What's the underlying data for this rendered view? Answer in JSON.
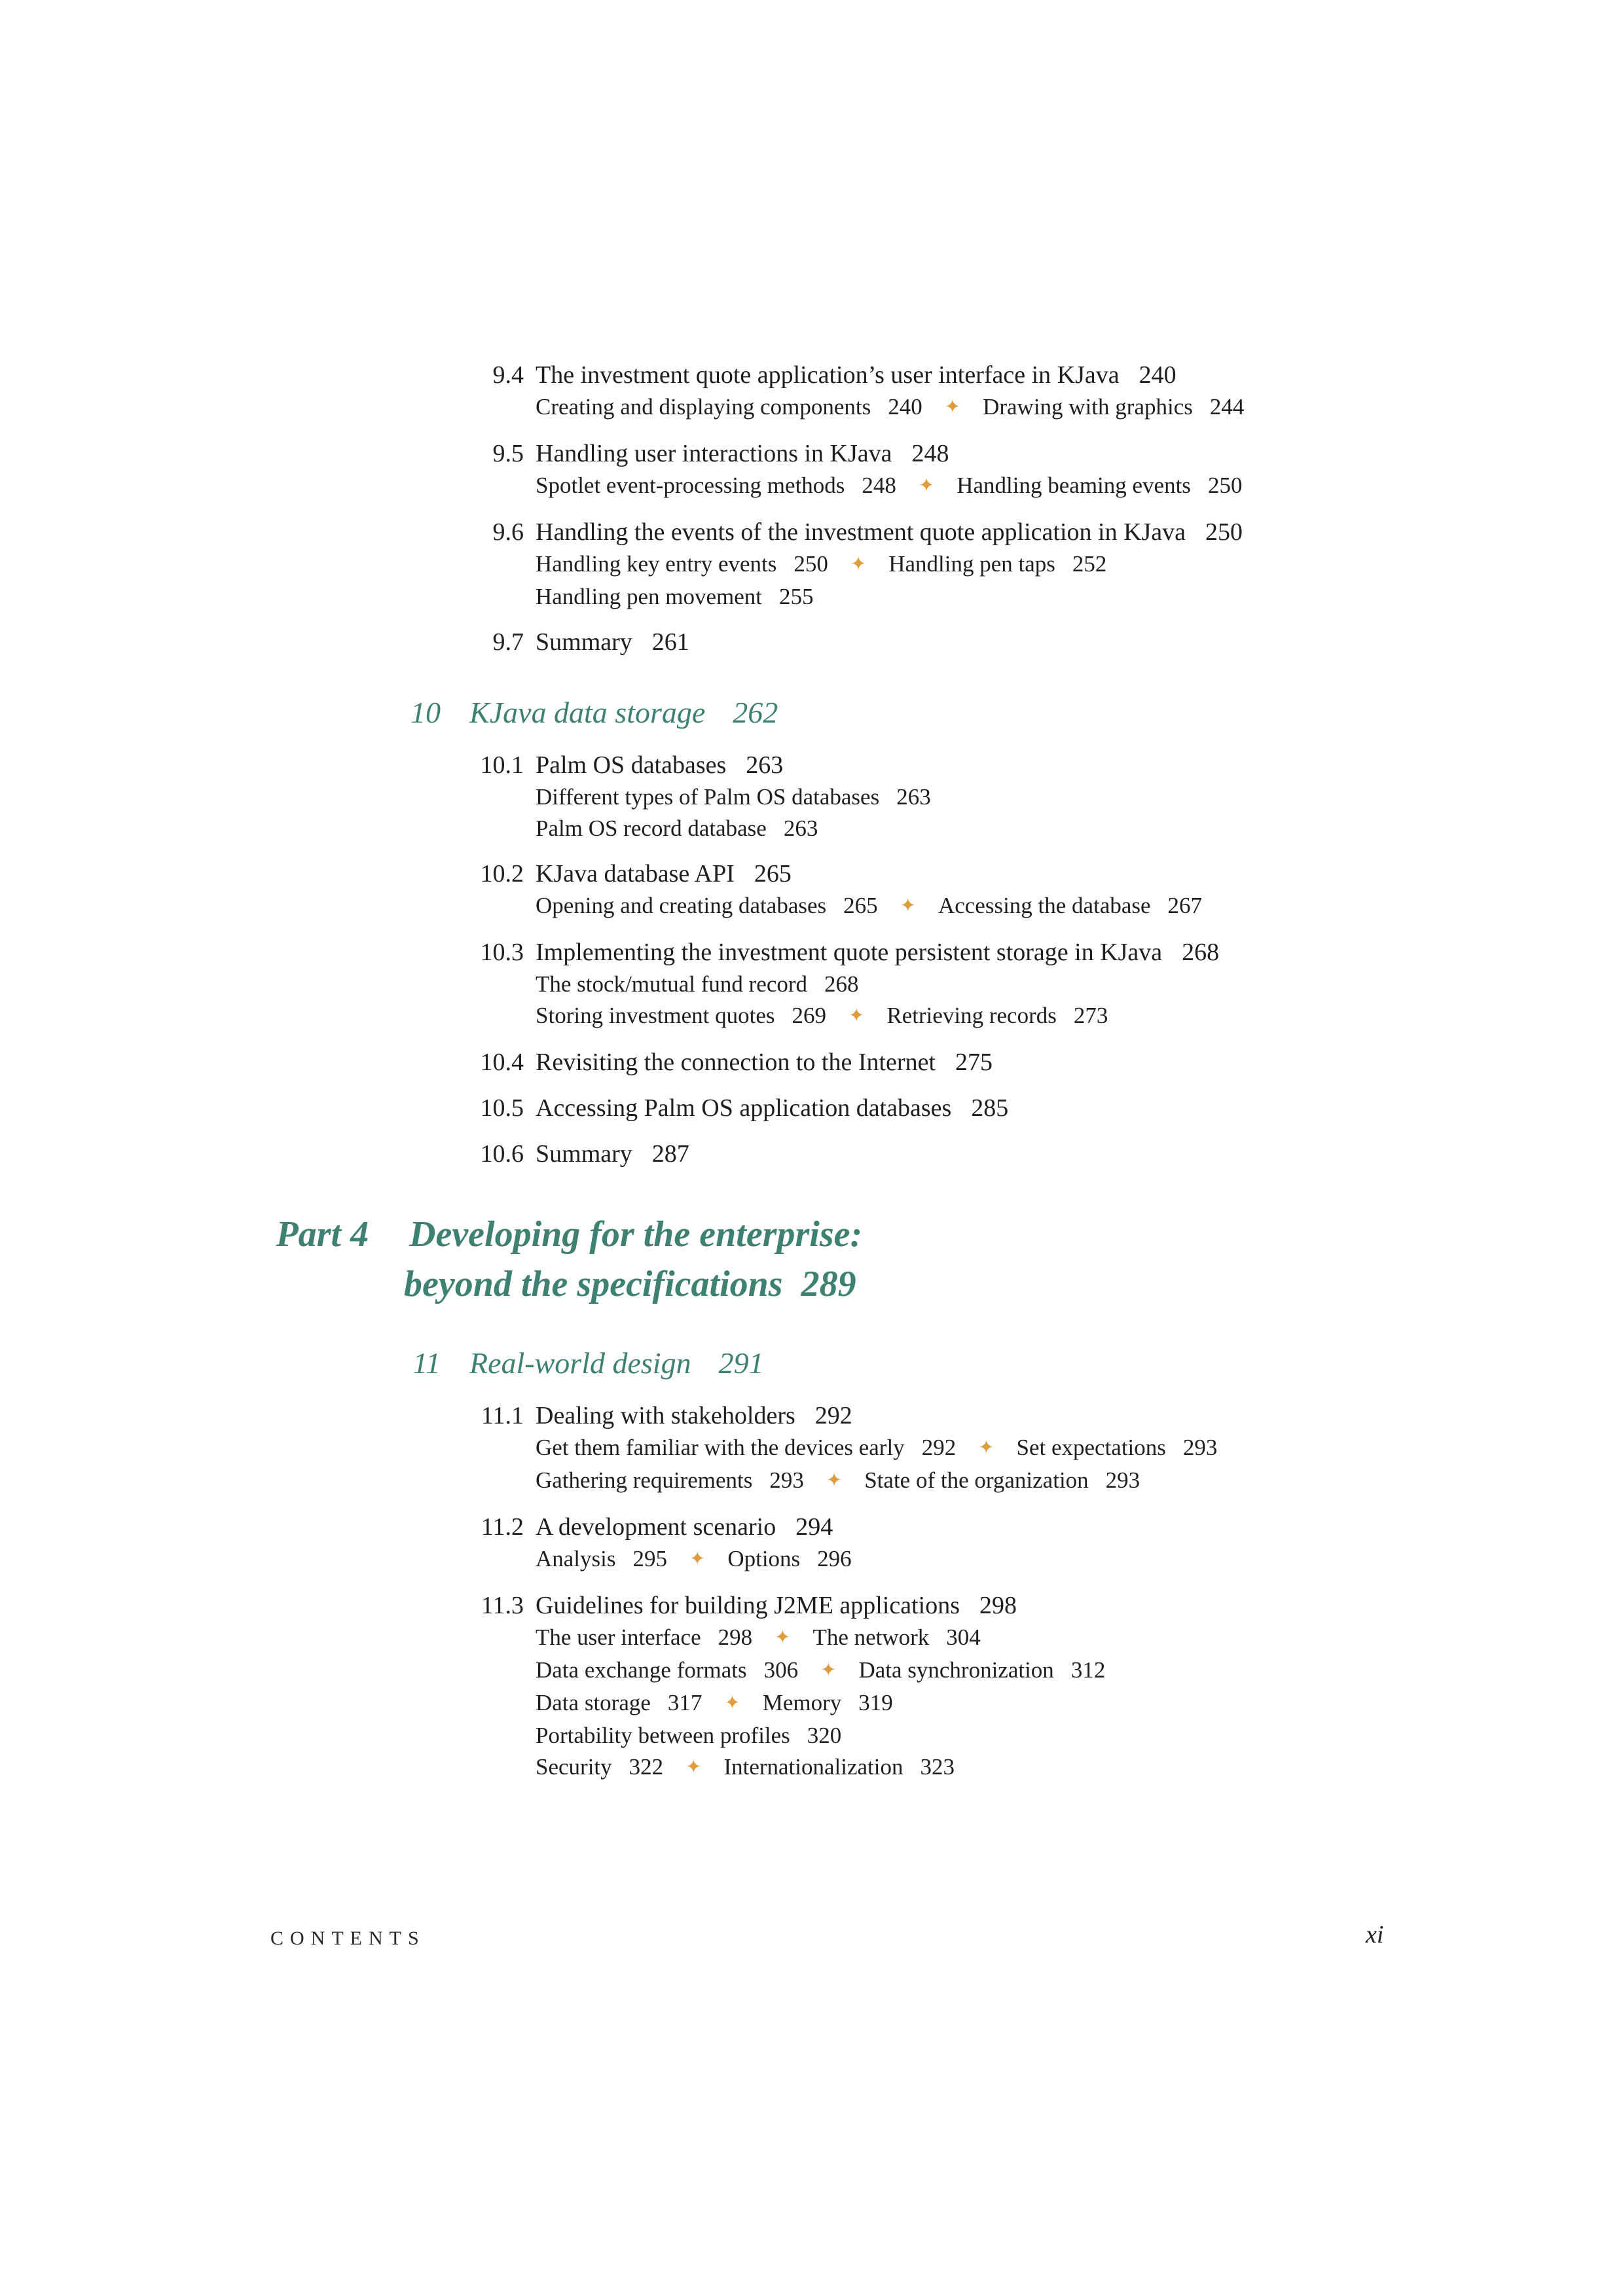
{
  "page": {
    "footer_label": "CONTENTS",
    "footer_page": "xi"
  },
  "colors": {
    "heading_accent": "#3e8173",
    "diamond_accent": "#de9c3c",
    "body_text": "#1f1f1f"
  },
  "icons": {
    "separator": "✦"
  },
  "toc": {
    "blocks": [
      {
        "type": "entry",
        "num": "9.4",
        "title": "The investment quote application’s user interface in KJava",
        "page": "240",
        "sublines": [
          [
            {
              "text": "Creating and displaying components",
              "page": "240"
            },
            {
              "text": "Drawing with graphics",
              "page": "244"
            }
          ]
        ]
      },
      {
        "type": "entry",
        "num": "9.5",
        "title": "Handling user interactions in KJava",
        "page": "248",
        "sublines": [
          [
            {
              "text": "Spotlet event-processing methods",
              "page": "248"
            },
            {
              "text": "Handling beaming events",
              "page": "250"
            }
          ]
        ]
      },
      {
        "type": "entry",
        "num": "9.6",
        "title": "Handling the events of the investment quote application in KJava",
        "page": "250",
        "sublines": [
          [
            {
              "text": "Handling key entry events",
              "page": "250"
            },
            {
              "text": "Handling pen taps",
              "page": "252"
            }
          ],
          [
            {
              "text": "Handling pen movement",
              "page": "255"
            }
          ]
        ]
      },
      {
        "type": "entry",
        "num": "9.7",
        "title": "Summary",
        "page": "261",
        "sublines": []
      },
      {
        "type": "chapter",
        "num": "10",
        "title": "KJava data storage",
        "page": "262"
      },
      {
        "type": "entry",
        "num": "10.1",
        "title": "Palm OS databases",
        "page": "263",
        "sublines": [
          [
            {
              "text": "Different types of Palm OS databases",
              "page": "263"
            }
          ],
          [
            {
              "text": "Palm OS record database",
              "page": "263"
            }
          ]
        ]
      },
      {
        "type": "entry",
        "num": "10.2",
        "title": "KJava database API",
        "page": "265",
        "sublines": [
          [
            {
              "text": "Opening and creating databases",
              "page": "265"
            },
            {
              "text": "Accessing the database",
              "page": "267"
            }
          ]
        ]
      },
      {
        "type": "entry",
        "num": "10.3",
        "title": "Implementing the investment quote persistent storage in KJava",
        "page": "268",
        "sublines": [
          [
            {
              "text": "The stock/mutual fund record",
              "page": "268"
            }
          ],
          [
            {
              "text": "Storing investment quotes",
              "page": "269"
            },
            {
              "text": "Retrieving records",
              "page": "273"
            }
          ]
        ]
      },
      {
        "type": "entry",
        "num": "10.4",
        "title": "Revisiting the connection to the Internet",
        "page": "275",
        "sublines": []
      },
      {
        "type": "entry",
        "num": "10.5",
        "title": "Accessing Palm OS application databases",
        "page": "285",
        "sublines": []
      },
      {
        "type": "entry",
        "num": "10.6",
        "title": "Summary",
        "page": "287",
        "sublines": []
      },
      {
        "type": "part",
        "label": "Part 4",
        "title_line1": "Developing for the enterprise:",
        "title_line2": "beyond the specifications",
        "page": "289"
      },
      {
        "type": "chapter",
        "num": "11",
        "title": "Real-world design",
        "page": "291"
      },
      {
        "type": "entry",
        "num": "11.1",
        "title": "Dealing with stakeholders",
        "page": "292",
        "sublines": [
          [
            {
              "text": "Get them familiar with the devices early",
              "page": "292"
            },
            {
              "text": "Set expectations",
              "page": "293"
            }
          ],
          [
            {
              "text": "Gathering requirements",
              "page": "293"
            },
            {
              "text": "State of the organization",
              "page": "293"
            }
          ]
        ]
      },
      {
        "type": "entry",
        "num": "11.2",
        "title": "A development scenario",
        "page": "294",
        "sublines": [
          [
            {
              "text": "Analysis",
              "page": "295"
            },
            {
              "text": "Options",
              "page": "296"
            }
          ]
        ]
      },
      {
        "type": "entry",
        "num": "11.3",
        "title": "Guidelines for building J2ME applications",
        "page": "298",
        "sublines": [
          [
            {
              "text": "The user interface",
              "page": "298"
            },
            {
              "text": "The network",
              "page": "304"
            }
          ],
          [
            {
              "text": "Data exchange formats",
              "page": "306"
            },
            {
              "text": "Data synchronization",
              "page": "312"
            }
          ],
          [
            {
              "text": "Data storage",
              "page": "317"
            },
            {
              "text": "Memory",
              "page": "319"
            }
          ],
          [
            {
              "text": "Portability between profiles",
              "page": "320"
            }
          ],
          [
            {
              "text": "Security",
              "page": "322"
            },
            {
              "text": "Internationalization",
              "page": "323"
            }
          ]
        ]
      }
    ]
  }
}
